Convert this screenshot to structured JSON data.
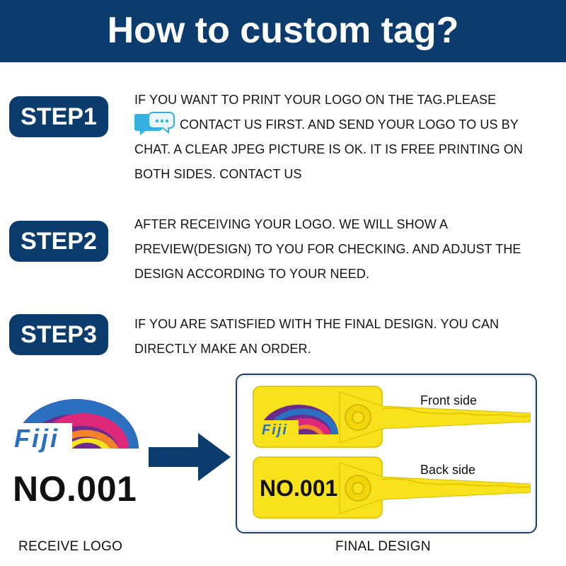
{
  "header": {
    "title": "How to custom tag?",
    "background": "#0c3c6e"
  },
  "steps": [
    {
      "label": "STEP1",
      "lines": [
        "IF YOU WANT TO PRINT YOUR LOGO ON THE TAG.PLEASE",
        "CONTACT US FIRST. AND SEND YOUR LOGO TO US BY",
        "CHAT. A CLEAR JPEG PICTURE IS OK. IT IS FREE PRINTING ON",
        "BOTH SIDES. CONTACT US"
      ],
      "icon": "chat-bubble-icon"
    },
    {
      "label": "STEP2",
      "lines": [
        "AFTER RECEIVING YOUR LOGO. WE WILL SHOW A",
        "PREVIEW(DESIGN) TO YOU FOR CHECKING. AND ADJUST THE",
        "DESIGN ACCORDING TO YOUR NEED."
      ]
    },
    {
      "label": "STEP3",
      "lines": [
        "IF YOU ARE SATISFIED WITH THE FINAL DESIGN. YOU CAN",
        "DIRECTLY MAKE AN ORDER."
      ]
    }
  ],
  "sample": {
    "logo_text": "Fiji",
    "number": "NO.001",
    "front_label": "Front side",
    "back_label": "Back side",
    "tag_color": "#f7e21b",
    "rainbow_colors": [
      "#6c2c8c",
      "#2a6fc0",
      "#e0287a",
      "#f4822a",
      "#f7e21b"
    ]
  },
  "captions": {
    "left": "RECEIVE LOGO",
    "right": "FINAL DESIGN"
  }
}
